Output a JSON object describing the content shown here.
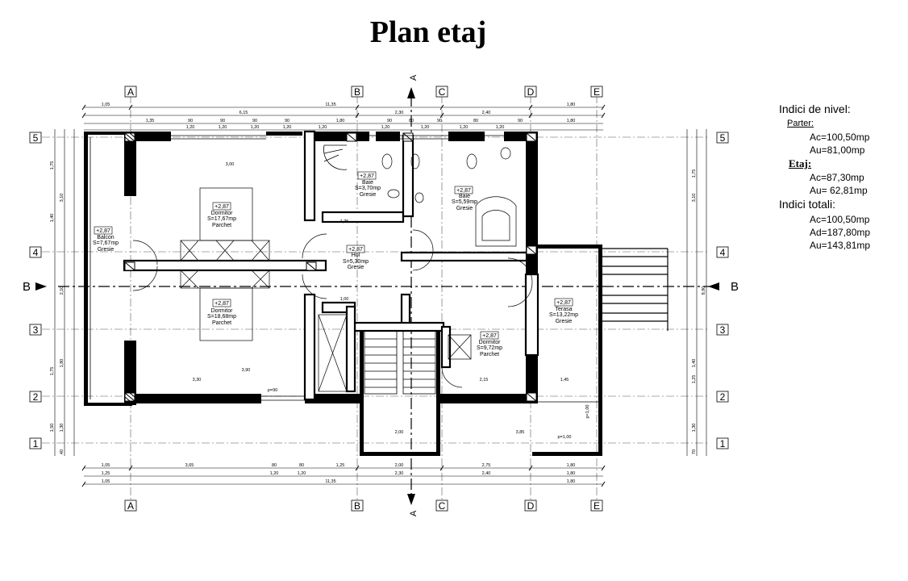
{
  "title": "Plan etaj",
  "axes": {
    "columns": [
      "A",
      "B",
      "C",
      "D",
      "E"
    ],
    "rows": [
      "5",
      "4",
      "3",
      "2",
      "1"
    ],
    "section_label": "A",
    "section_b_label": "B"
  },
  "rooms": [
    {
      "level": "+2,87",
      "name": "Balcon",
      "area": "S=7,67mp",
      "floor": "Gresie"
    },
    {
      "level": "+2,87",
      "name": "Dormitor",
      "area": "S=17,67mp",
      "floor": "Parchet"
    },
    {
      "level": "+2,87",
      "name": "Dormitor",
      "area": "S=18,68mp",
      "floor": "Parchet"
    },
    {
      "level": "+2,87",
      "name": "Baie",
      "area": "S=3,70mp",
      "floor": "Gresie"
    },
    {
      "level": "+2,87",
      "name": "Baie",
      "area": "S=5,59mp",
      "floor": "Gresie"
    },
    {
      "level": "+2,87",
      "name": "Hol",
      "area": "S=5,30mp",
      "floor": "Gresie"
    },
    {
      "level": "+2,87",
      "name": "Terasa",
      "area": "S=13,22mp",
      "floor": "Gresie"
    },
    {
      "level": "+2,87",
      "name": "Dormitor",
      "area": "S=9,72mp",
      "floor": "Parchet"
    }
  ],
  "dimensions": {
    "top_row1": [
      "1,05",
      "11,35",
      "1,80"
    ],
    "top_row2": [
      "6,15",
      "2,30",
      "2,40"
    ],
    "top_row3": [
      "1,35",
      "90",
      "90",
      "90",
      "90",
      "1,80",
      "90",
      "80",
      "90",
      "80",
      "90",
      "1,80"
    ],
    "top_row4": [
      "1,20",
      "1,20",
      "1,20",
      "1,20",
      "1,20",
      "1,20",
      "1,20",
      "1,20",
      "1,20"
    ],
    "bottom_row1": [
      "1,05",
      "3,65",
      "80",
      "80",
      "1,25",
      "2,00",
      "2,75",
      "1,80"
    ],
    "bottom_row2": [
      "1,25",
      "1,20",
      "1,20",
      "2,30",
      "2,40",
      "1,80"
    ],
    "bottom_row3": [
      "1,05",
      "11,35",
      "1,80"
    ],
    "left": [
      "1,75",
      "3,10",
      "1,40",
      "2,10",
      "1,80",
      "1,75",
      "1,50",
      "1,30",
      "40"
    ],
    "right": [
      "1,75",
      "3,10",
      "8,90",
      "1,40",
      "1,25",
      "1,30",
      "70"
    ],
    "interior": [
      "3,00",
      "3,30",
      "3,90",
      "2,15",
      "1,45",
      "1,00",
      "1,25",
      "3,85",
      "2,00",
      "p=90",
      "p=1,00",
      "p=1,00"
    ]
  },
  "indices": {
    "heading": "Indici de nivel:",
    "parter_label": "Parter:",
    "parter_ac": "Ac=100,50mp",
    "parter_au": "Au=81,00mp",
    "etaj_label": "Etaj:",
    "etaj_ac": "Ac=87,30mp",
    "etaj_au": "Au= 62,81mp",
    "total_heading": "Indici totali:",
    "total_ac": "Ac=100,50mp",
    "total_ad": "Ad=187,80mp",
    "total_au": "Au=143,81mp"
  }
}
